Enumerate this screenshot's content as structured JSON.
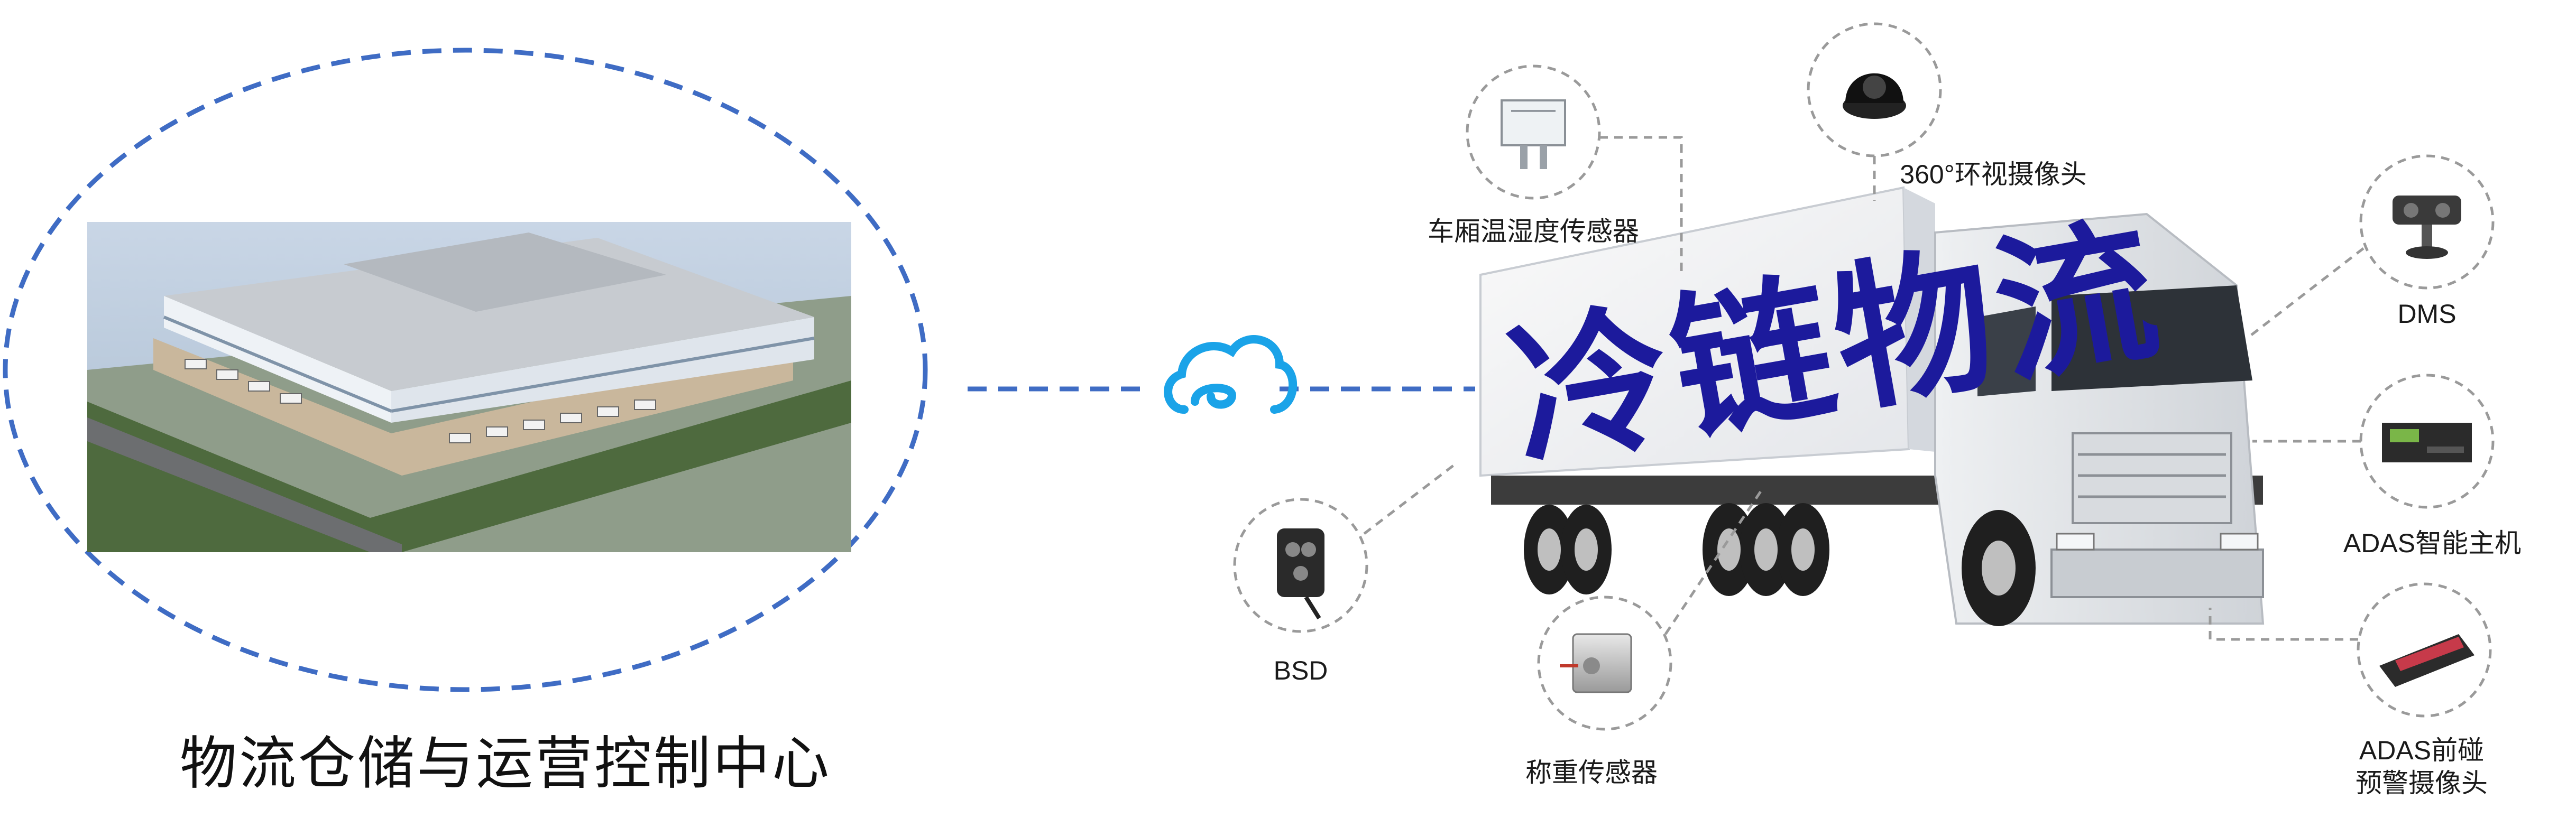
{
  "warehouse": {
    "title": "物流仓储与运营控制中心"
  },
  "truck": {
    "banner_text": "冷链物流"
  },
  "devices": {
    "humidity_sensor": "车厢温湿度传感器",
    "camera_360": "360°环视摄像头",
    "dms": "DMS",
    "adas_host": "ADAS智能主机",
    "bsd": "BSD",
    "weight_sensor": "称重传感器",
    "adas_camera_line1": "ADAS前碰",
    "adas_camera_line2": "预警摄像头"
  },
  "colors": {
    "dashed_blue": "#3f6cc4",
    "cloud_blue": "#1aa3e8",
    "banner_text": "#1c1a9c",
    "device_circle": "#9a9a9a"
  }
}
